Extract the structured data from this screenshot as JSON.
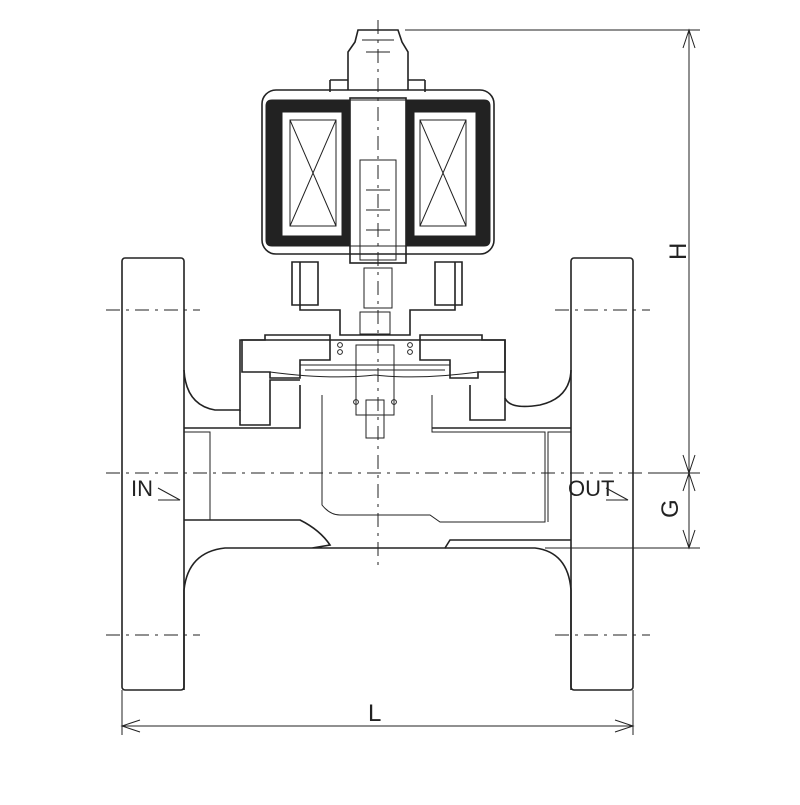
{
  "labels": {
    "inlet": "IN",
    "outlet": "OUT",
    "height": "H",
    "center_height": "G",
    "length": "L"
  },
  "colors": {
    "line": "#222222",
    "background": "#ffffff"
  }
}
